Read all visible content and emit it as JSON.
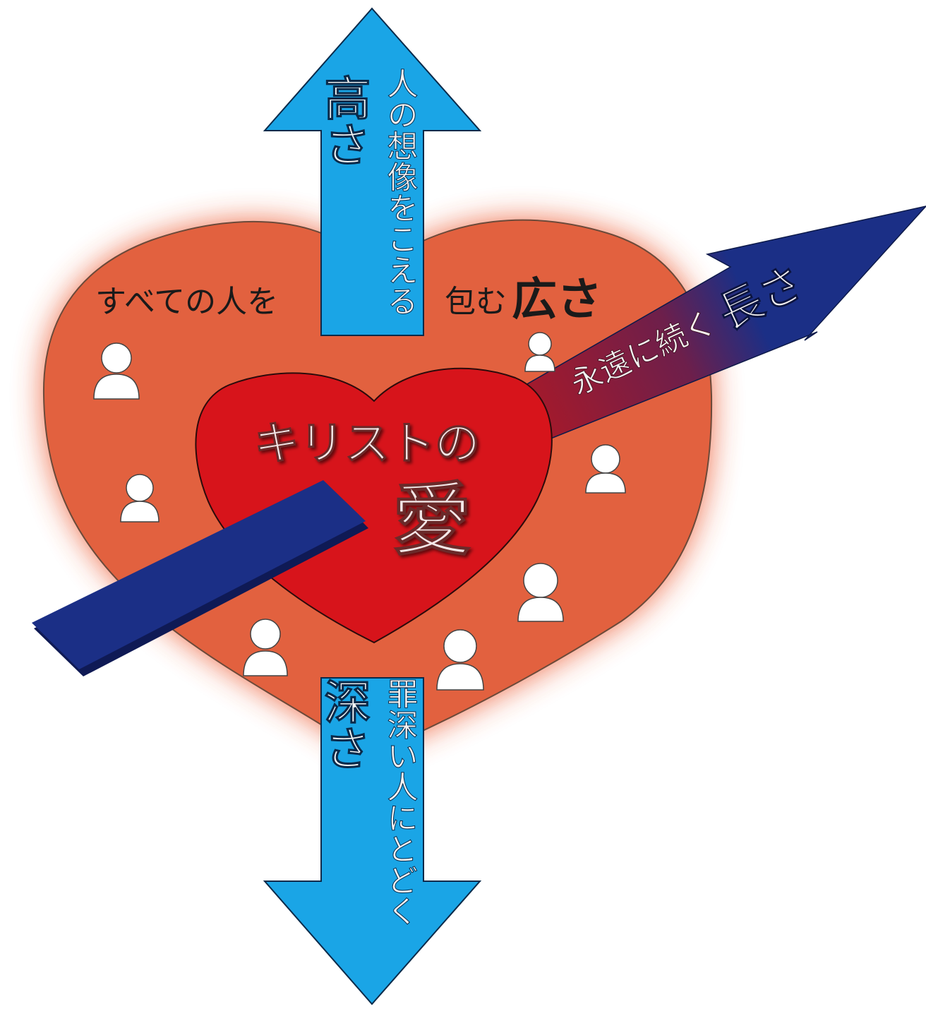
{
  "center": {
    "line1": "キリストの",
    "line2": "愛"
  },
  "height": {
    "title": "高さ",
    "sub": "人の想像をこえる"
  },
  "depth": {
    "title": "深さ",
    "sub": "罪深い人にとどく"
  },
  "breadth": {
    "prefix": "すべての人を",
    "mid": "包む",
    "title": "広さ"
  },
  "length": {
    "sub": "永遠に続く",
    "title": "長さ"
  },
  "colors": {
    "outer_heart": "#e2613f",
    "inner_heart": "#d7141b",
    "vertical_arrow": "#1aa5e6",
    "diagonal_arrow": "#1b2f86",
    "glow": "#e24a2a"
  }
}
